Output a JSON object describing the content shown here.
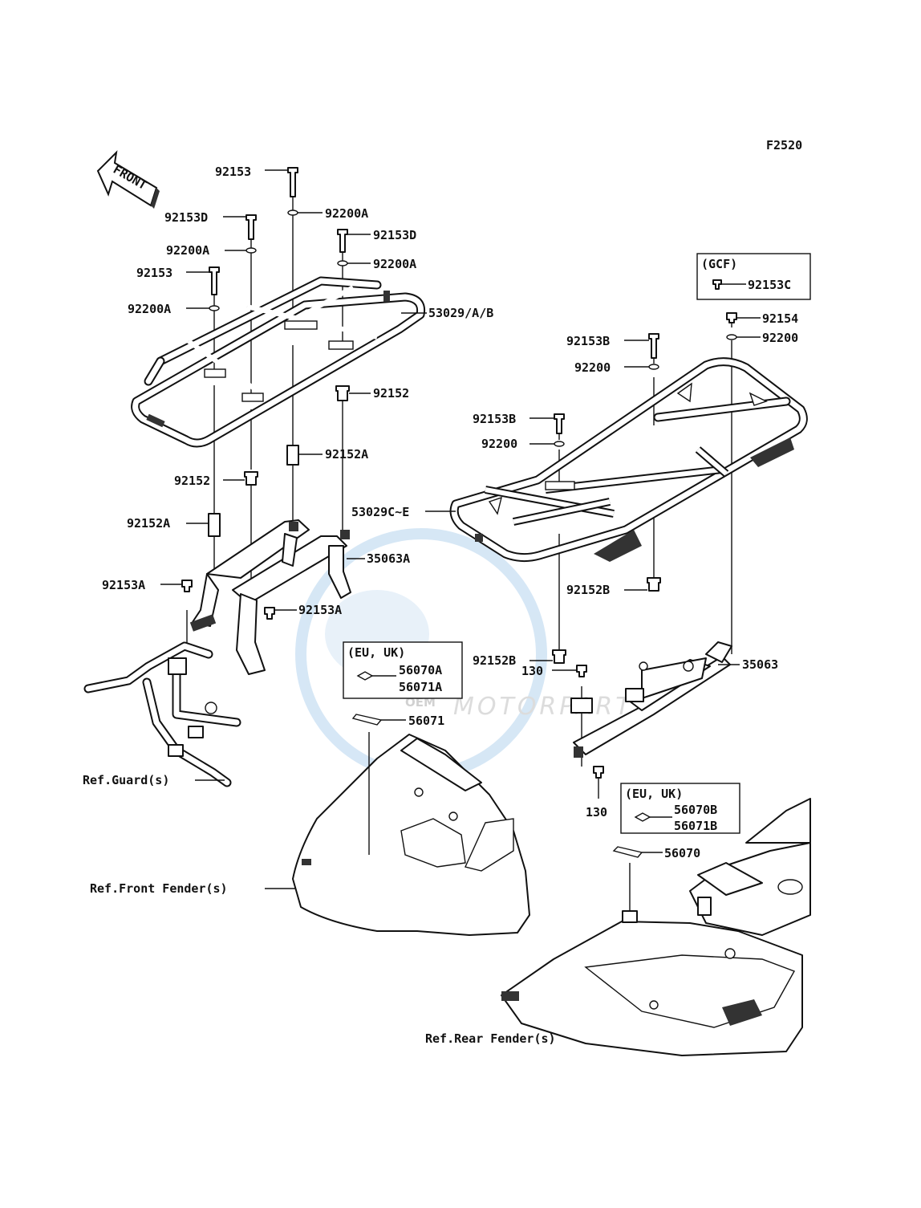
{
  "diagram_code": "F2520",
  "front_arrow_label": "FRONT",
  "watermark": {
    "brand": "OEM",
    "sub": "MOTORPARTS"
  },
  "gcf_box": {
    "title": "(GCF)",
    "part": "92153C"
  },
  "eu_box_front": {
    "title": "(EU, UK)",
    "parts": [
      "56070A",
      "56071A"
    ]
  },
  "eu_box_rear": {
    "title": "(EU, UK)",
    "parts": [
      "56070B",
      "56071B"
    ]
  },
  "front_labels": {
    "l92153_top": "92153",
    "l92200A_top": "92200A",
    "l92153D_left": "92153D",
    "l92153D_right": "92153D",
    "l92200A_left": "92200A",
    "l92200A_right": "92200A",
    "l92153_left": "92153",
    "l92200A_low": "92200A",
    "l53029AB": "53029/A/B",
    "l92152_right": "92152",
    "l92152A_mid": "92152A",
    "l92152_left": "92152",
    "l92152A_left": "92152A",
    "l35063A": "35063A",
    "l92153A_left": "92153A",
    "l92153A_right": "92153A",
    "l56071": "56071",
    "ref_guard": "Ref.Guard(s)",
    "ref_front_fender": "Ref.Front Fender(s)"
  },
  "rear_labels": {
    "l92154": "92154",
    "l92200_a": "92200",
    "l92153B_a": "92153B",
    "l92200_b": "92200",
    "l92153B_b": "92153B",
    "l92200_c": "92200",
    "l53029CE": "53029C~E",
    "l92152B_a": "92152B",
    "l92152B_b": "92152B",
    "l35063": "35063",
    "l130_a": "130",
    "l130_b": "130",
    "l56070": "56070",
    "ref_rear_fender": "Ref.Rear Fender(s)"
  }
}
